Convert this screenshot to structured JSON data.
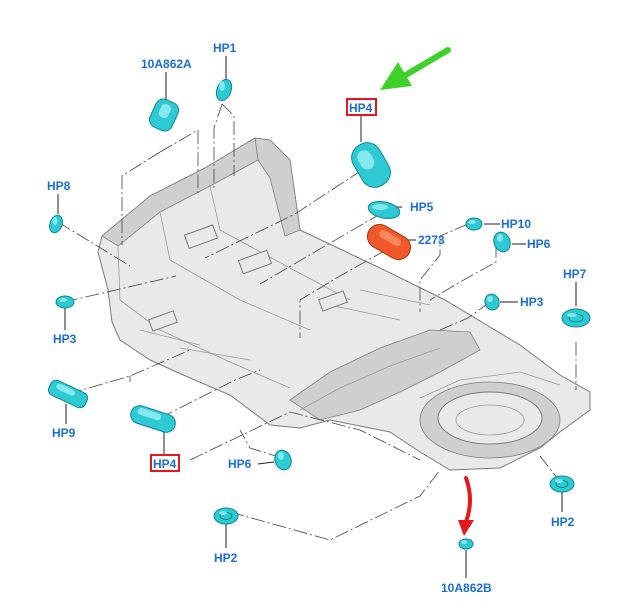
{
  "diagram": {
    "colors": {
      "label": "#1a6fd6",
      "plug": "#2ec9d3",
      "seal": "#f05a2a",
      "highlight_box": "#e8141e",
      "arrow_green": "#3fd12b",
      "arrow_red": "#e3171c"
    },
    "labels": {
      "a10a862a": "10A862A",
      "hp1": "HP1",
      "hp4_top": "HP4",
      "hp8": "HP8",
      "hp5": "HP5",
      "p2273": "2273",
      "hp10": "HP10",
      "hp6_right": "HP6",
      "hp7": "HP7",
      "hp3_left": "HP3",
      "hp3_right": "HP3",
      "hp9": "HP9",
      "hp4_bottom": "HP4",
      "hp6_bottom": "HP6",
      "hp2_right": "HP2",
      "hp2_left": "HP2",
      "a10a862b": "10A862B"
    }
  }
}
